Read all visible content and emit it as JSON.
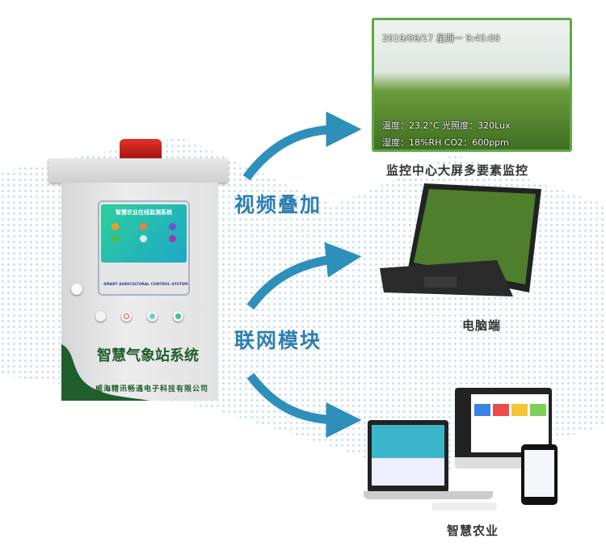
{
  "cabinet": {
    "screen_title": "智慧农业在线监测系统",
    "screen_footer": "SMART AGRICULTURAL CONTROL SYSTEM",
    "name": "智慧气象站系统",
    "company": "威海精讯畅通电子科技有限公司"
  },
  "flow_labels": {
    "video_overlay": "视频叠加",
    "network_module": "联网模块"
  },
  "monitor_photo": {
    "datetime": "2019/06/17    星期一 9:45:00",
    "line1": "温度：23.2°C   光照度：320Lux",
    "line2": "湿度：18%RH   CO2：600ppm",
    "caption": "监控中心大屏多要素监控"
  },
  "tablet": {
    "caption": "电脑端"
  },
  "devices": {
    "caption": "智慧农业"
  },
  "colors": {
    "accent_blue": "#2e7fb0",
    "brand_green": "#1f5e2d",
    "border_green": "#5fa84a",
    "beacon_red": "#e3312a"
  }
}
